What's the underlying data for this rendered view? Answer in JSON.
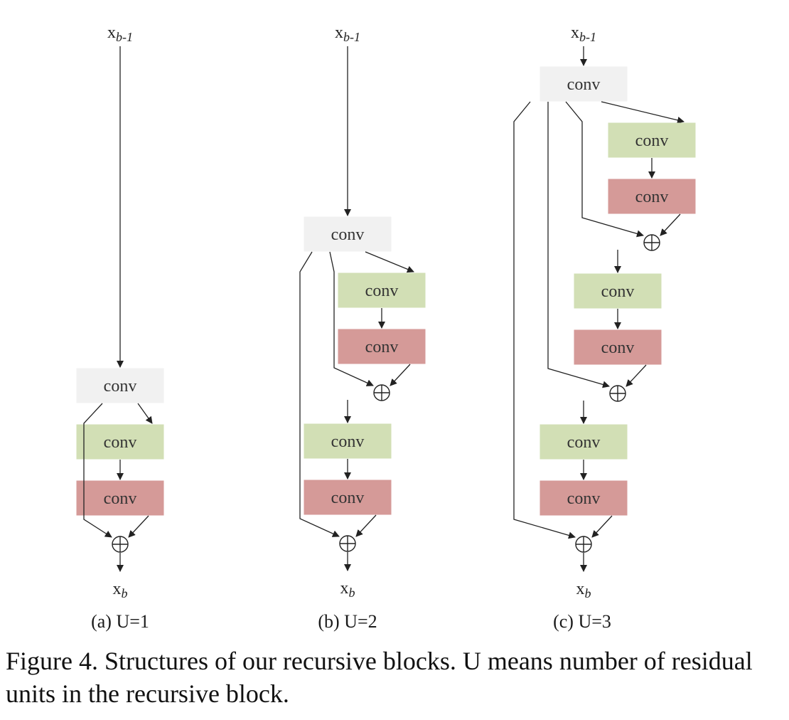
{
  "figure": {
    "caption": "Figure 4. Structures of our recursive blocks.  U means number of residual units in the recursive block."
  },
  "colors": {
    "conv_head": "#f1f1f1",
    "conv_green": "#d2dfb5",
    "conv_red": "#d59a98",
    "line": "#222222"
  },
  "labels": {
    "conv": "conv",
    "input_main": "x",
    "input_sub": "b-1",
    "output_main": "x",
    "output_sub": "b",
    "add_symbol": "⊕"
  },
  "panels": [
    {
      "id": "a",
      "caption": "(a) U=1",
      "units": 1
    },
    {
      "id": "b",
      "caption": "(b) U=2",
      "units": 2
    },
    {
      "id": "c",
      "caption": "(c) U=3",
      "units": 3
    }
  ]
}
